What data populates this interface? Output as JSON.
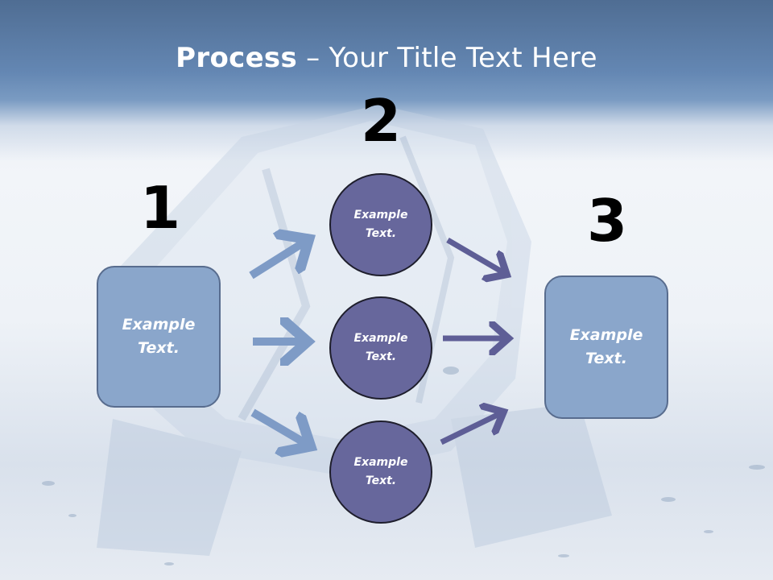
{
  "title": {
    "bold": "Process",
    "rest": " – Your Title Text Here"
  },
  "steps": [
    {
      "number": "1",
      "text": "Example\nText."
    },
    {
      "number": "2",
      "items": [
        "Example\nText.",
        "Example\nText.",
        "Example\nText."
      ]
    },
    {
      "number": "3",
      "text": "Example\nText."
    }
  ],
  "colors": {
    "title_band": "#6487b3",
    "box_fill": "#8aa6cb",
    "circle_fill": "#67679c",
    "left_arrow": "#7e9bc6",
    "right_arrow": "#5e5e96"
  }
}
